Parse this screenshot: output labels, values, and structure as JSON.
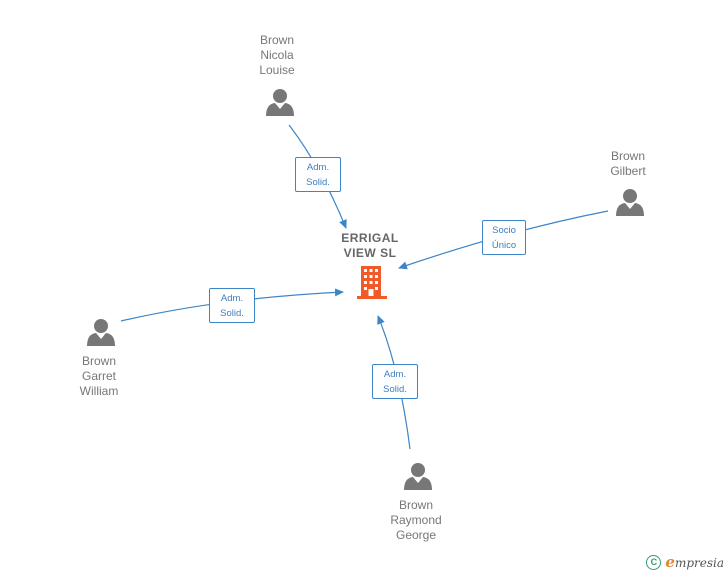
{
  "company": {
    "name": "ERRIGAL\nVIEW  SL",
    "icon": "building-icon",
    "color": "#f05a28"
  },
  "people": [
    {
      "id": "nicola",
      "name": "Brown\nNicola\nLouise",
      "icon": "person-icon"
    },
    {
      "id": "gilbert",
      "name": "Brown\nGilbert",
      "icon": "person-icon"
    },
    {
      "id": "garret",
      "name": "Brown\nGarret\nWilliam",
      "icon": "person-icon"
    },
    {
      "id": "raymond",
      "name": "Brown\nRaymond\nGeorge",
      "icon": "person-icon"
    }
  ],
  "relations": [
    {
      "from": "nicola",
      "label": "Adm.\nSolid."
    },
    {
      "from": "gilbert",
      "label": "Socio\nÚnico"
    },
    {
      "from": "garret",
      "label": "Adm.\nSolid."
    },
    {
      "from": "raymond",
      "label": "Adm.\nSolid."
    }
  ],
  "footer": {
    "copyright_symbol": "C",
    "brand_initial": "e",
    "brand_rest": "mpresia"
  },
  "colors": {
    "edge": "#3d85c6",
    "person": "#777777"
  }
}
